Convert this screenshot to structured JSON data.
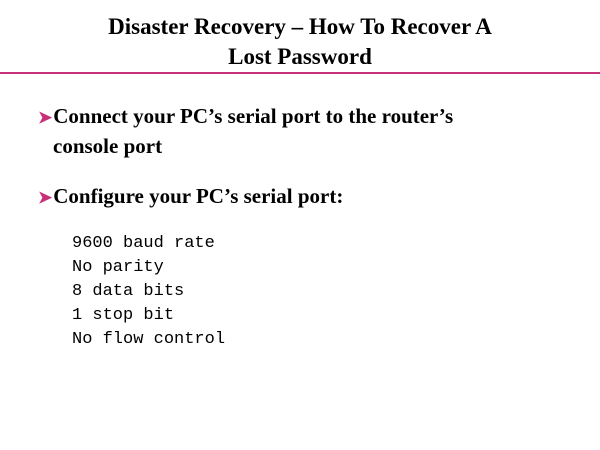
{
  "title_line1": "Disaster Recovery – How To Recover A",
  "title_line2": "Lost Password",
  "accent": "#c8307a",
  "bullets": [
    {
      "icon": "arrow-bullet-icon",
      "line1": "Connect your PC’s serial port to the router’s",
      "line2": "console port"
    },
    {
      "icon": "arrow-bullet-icon",
      "line1": "Configure your PC’s serial port:"
    }
  ],
  "settings": [
    "9600 baud rate",
    "No parity",
    "8 data bits",
    "1 stop bit",
    "No flow control"
  ]
}
